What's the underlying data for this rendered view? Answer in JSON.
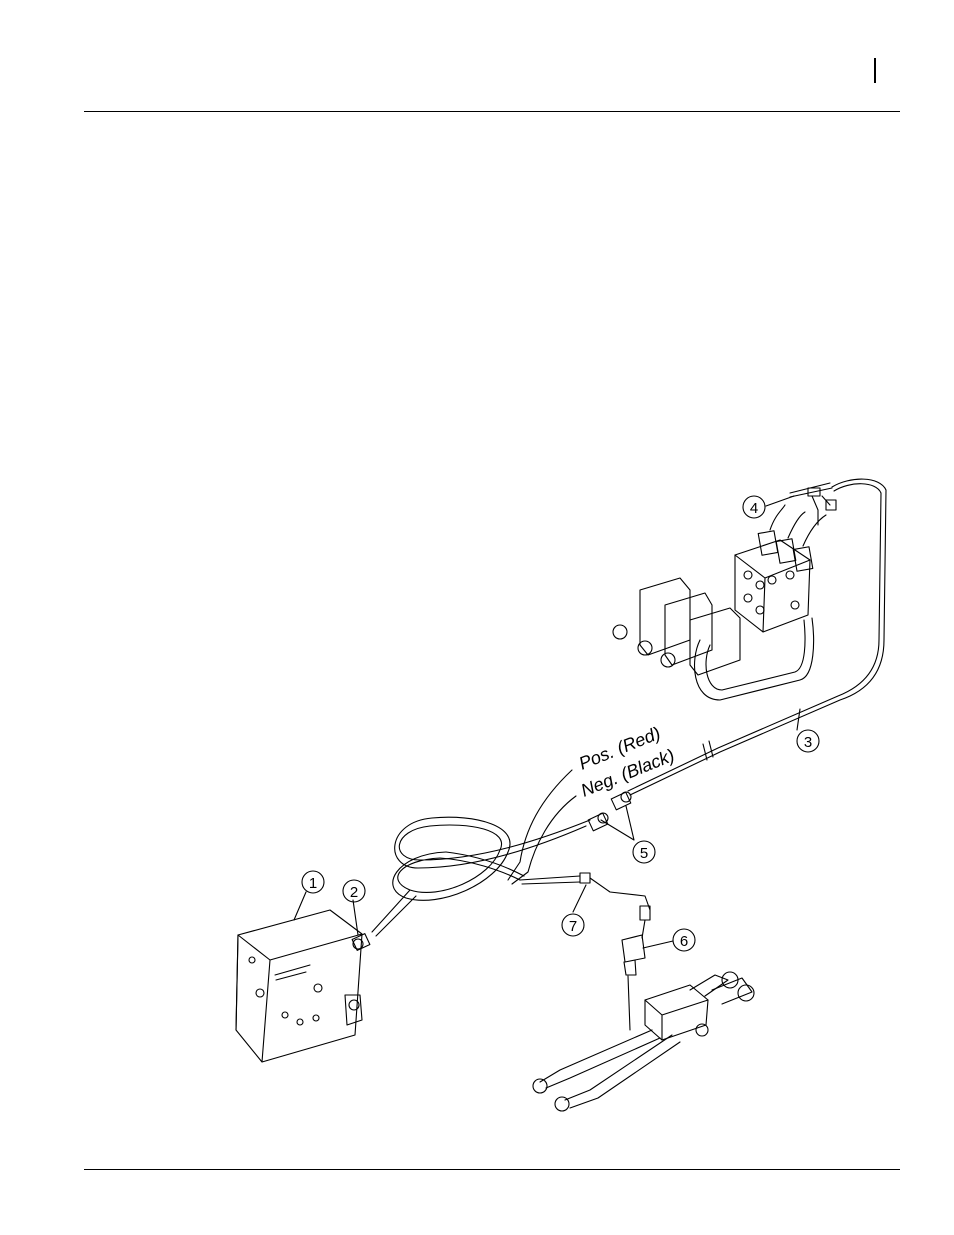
{
  "callouts": [
    "1",
    "2",
    "3",
    "4",
    "5",
    "6",
    "7"
  ],
  "labels": {
    "pos": "Pos.  (Red)",
    "neg": "Neg.  (Black)"
  }
}
